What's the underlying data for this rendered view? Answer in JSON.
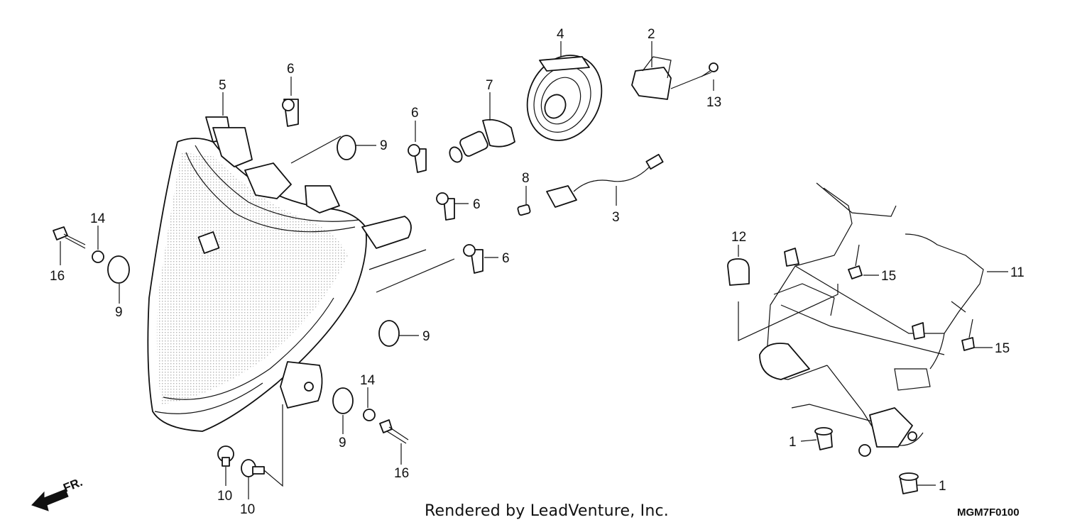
{
  "callouts": {
    "c1a": "1",
    "c1b": "1",
    "c2": "2",
    "c3": "3",
    "c4": "4",
    "c5": "5",
    "c6a": "6",
    "c6b": "6",
    "c6c": "6",
    "c6d": "6",
    "c7": "7",
    "c8": "8",
    "c9a": "9",
    "c9b": "9",
    "c9c": "9",
    "c9d": "9",
    "c10a": "10",
    "c10b": "10",
    "c11": "11",
    "c12": "12",
    "c13": "13",
    "c14a": "14",
    "c14b": "14",
    "c15a": "15",
    "c15b": "15",
    "c16a": "16",
    "c16b": "16"
  },
  "front_indicator": "FR.",
  "credit": "Rendered by LeadVenture, Inc.",
  "diagram_code": "MGM7F0100",
  "colors": {
    "line": "#111111",
    "background": "#ffffff"
  }
}
